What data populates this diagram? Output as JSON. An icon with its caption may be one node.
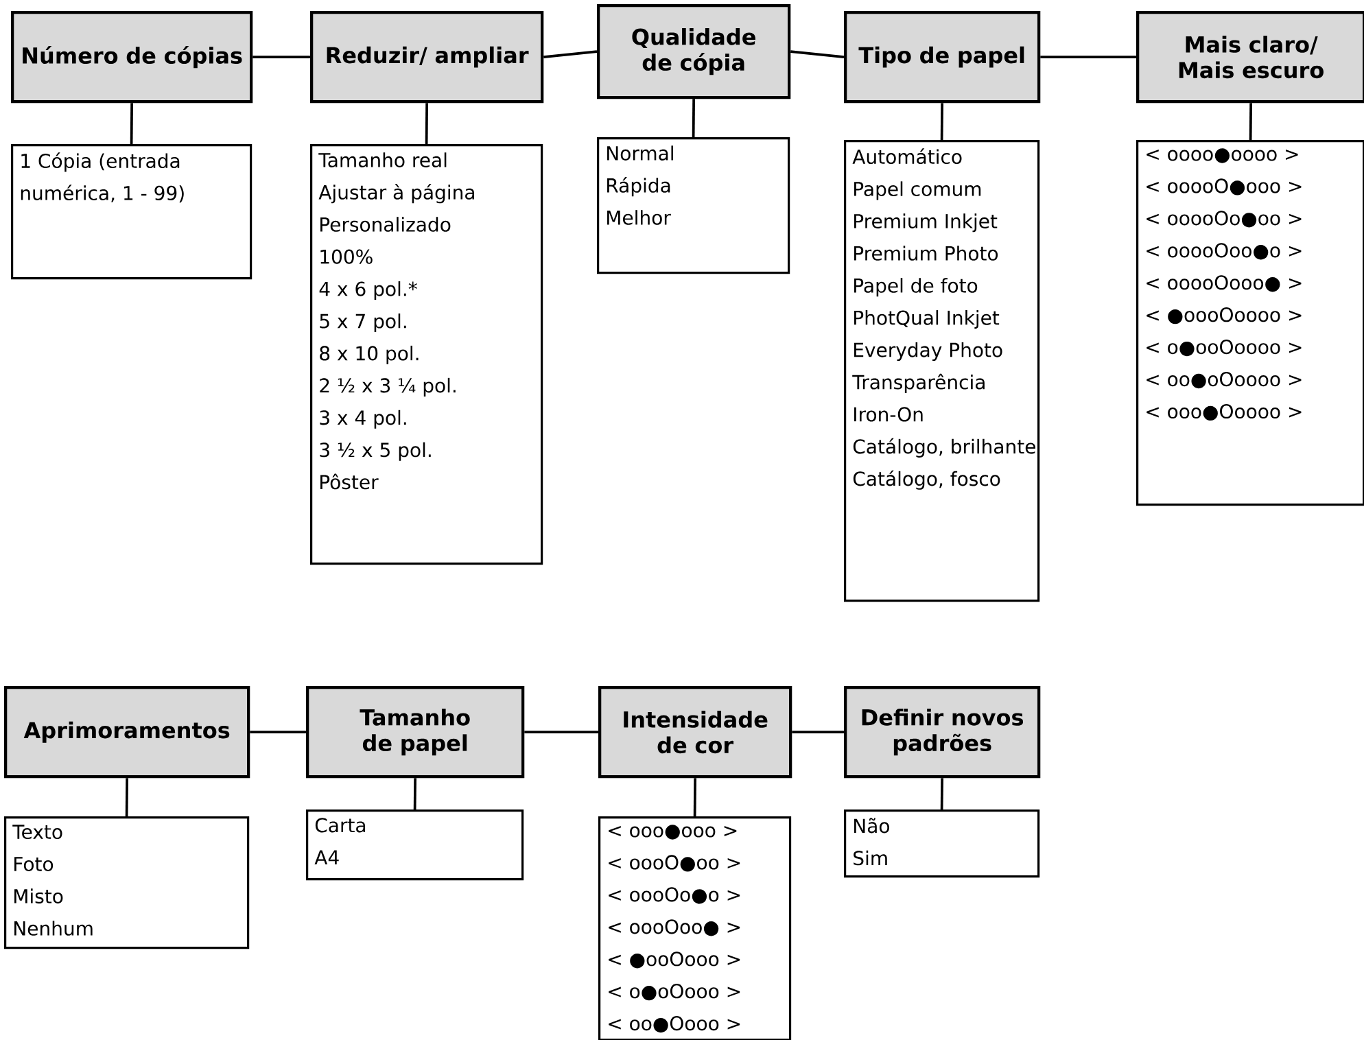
{
  "diagram": {
    "nodes": [
      {
        "text": [
          "Número de cópias"
        ]
      },
      {
        "text": [
          "1 Cópia (entrada numérica, 1 - 99)"
        ]
      },
      {
        "text": [
          "Reduzir/ ampliar"
        ]
      },
      {
        "text": [
          "Tamanho real",
          "Ajustar à página",
          "Personalizado",
          "100%",
          "4 x 6 pol.*",
          "5 x 7 pol.",
          "8 x 10 pol.",
          "2 ½ x 3 ¼ pol.",
          "3 x 4 pol.",
          "3 ½ x 5 pol.",
          "Pôster"
        ]
      },
      {
        "text": [
          "Qualidade de cópia"
        ]
      },
      {
        "text": [
          "Normal",
          "Rápida",
          "Melhor"
        ]
      },
      {
        "text": [
          "Tipo de papel"
        ]
      },
      {
        "text": [
          "Automático",
          "Papel comum",
          "Premium Inkjet",
          "Premium Photo",
          "Papel de foto",
          "PhotQual Inkjet",
          "Everyday Photo",
          "Transparência",
          "Iron-On",
          "Catálogo, brilhante",
          "Catálogo, fosco"
        ]
      },
      {
        "text": [
          "Mais claro/ Mais escuro"
        ]
      },
      {
        "text": [
          "< oooo●oooo >",
          "< ooooO●ooo >",
          "< ooooOo●oo >",
          "< ooooOoo●o >",
          "< ooooOooo● >",
          "< ●oooOoooo >",
          "< o●ooOoooo >",
          "< oo●oOoooo >",
          "< ooo●Ooooo >"
        ]
      },
      {
        "text": [
          "Aprimoramentos"
        ]
      },
      {
        "text": [
          "Texto",
          "Foto",
          "Misto",
          "Nenhum"
        ]
      },
      {
        "text": [
          "Tamanho de papel"
        ]
      },
      {
        "text": [
          "Carta",
          "A4"
        ]
      },
      {
        "text": [
          "Intensidade de cor"
        ]
      },
      {
        "text": [
          "< ooo●ooo >",
          "< oooO●oo >",
          "< oooOo●o >",
          "< oooOoo● >",
          "< ●ooOooo >",
          "< o●oOooo >",
          "< oo●Oooo >"
        ]
      },
      {
        "text": [
          "Definir novos padrões"
        ]
      },
      {
        "text": [
          "Não",
          "Sim"
        ]
      }
    ],
    "edges": [
      {
        "from": 0,
        "to": 2,
        "arrow": "none"
      },
      {
        "from": 2,
        "to": 4,
        "arrow": "none"
      },
      {
        "from": 4,
        "to": 6,
        "arrow": "none"
      },
      {
        "from": 6,
        "to": 8,
        "arrow": "none"
      },
      {
        "from": 0,
        "to": 1,
        "arrow": "none"
      },
      {
        "from": 2,
        "to": 3,
        "arrow": "none"
      },
      {
        "from": 4,
        "to": 5,
        "arrow": "none"
      },
      {
        "from": 6,
        "to": 7,
        "arrow": "none"
      },
      {
        "from": 8,
        "to": 9,
        "arrow": "none"
      },
      {
        "from": 10,
        "to": 12,
        "arrow": "none"
      },
      {
        "from": 12,
        "to": 14,
        "arrow": "none"
      },
      {
        "from": 14,
        "to": 16,
        "arrow": "none"
      },
      {
        "from": 10,
        "to": 11,
        "arrow": "none"
      },
      {
        "from": 12,
        "to": 13,
        "arrow": "none"
      },
      {
        "from": 14,
        "to": 15,
        "arrow": "none"
      },
      {
        "from": 16,
        "to": 17,
        "arrow": "none"
      }
    ]
  }
}
